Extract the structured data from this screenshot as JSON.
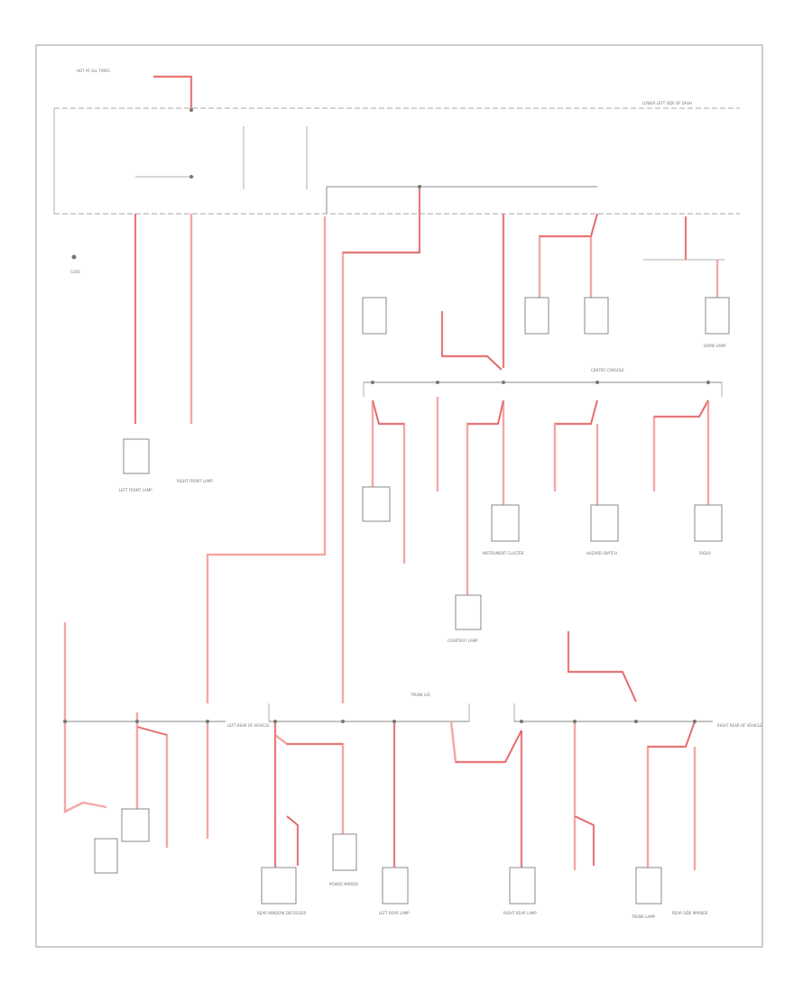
{
  "diagram": {
    "labels": [
      {
        "id": "hot-at-all-times-note",
        "text": "HOT AT ALL TIMES",
        "t": "h"
      },
      {
        "id": "fuse-block-ref",
        "text": "LOWER LEFT SIDE OF DASH",
        "t": "h"
      },
      {
        "id": "ground-note",
        "text": "G200",
        "t": "h"
      },
      {
        "id": "left-front-lamp",
        "text": "LEFT FRONT LAMP",
        "t": "h"
      },
      {
        "id": "right-front-lamp",
        "text": "RIGHT FRONT LAMP",
        "t": "h"
      },
      {
        "id": "center-console",
        "text": "CENTER CONSOLE",
        "t": "h"
      },
      {
        "id": "instrument-cluster",
        "text": "INSTRUMENT CLUSTER",
        "t": "h"
      },
      {
        "id": "radio",
        "text": "RADIO",
        "t": "h"
      },
      {
        "id": "hazard-switch",
        "text": "HAZARD SWITCH",
        "t": "h"
      },
      {
        "id": "trunk-lamp",
        "text": "TRUNK LAMP",
        "t": "h"
      },
      {
        "id": "dome-lamp",
        "text": "DOME LAMP",
        "t": "h"
      },
      {
        "id": "courtesy-lamp",
        "text": "COURTESY LAMP",
        "t": "h"
      },
      {
        "id": "rear-window-defogger",
        "text": "REAR WINDOW DEFOGGER",
        "t": "h"
      },
      {
        "id": "power-mirror",
        "text": "POWER MIRROR",
        "t": "h"
      },
      {
        "id": "left-rear-lamp",
        "text": "LEFT REAR LAMP",
        "t": "h"
      },
      {
        "id": "right-rear-lamp",
        "text": "RIGHT REAR LAMP",
        "t": "h"
      },
      {
        "id": "rear-side-marker",
        "text": "REAR SIDE MARKER",
        "t": "h"
      },
      {
        "id": "left-rear-ref",
        "text": "LEFT REAR OF VEHICLE",
        "t": "h"
      },
      {
        "id": "right-rear-ref",
        "text": "RIGHT REAR OF VEHICLE",
        "t": "h"
      },
      {
        "id": "trunk-lid-ref",
        "text": "TRUNK LID",
        "t": "h"
      }
    ]
  }
}
